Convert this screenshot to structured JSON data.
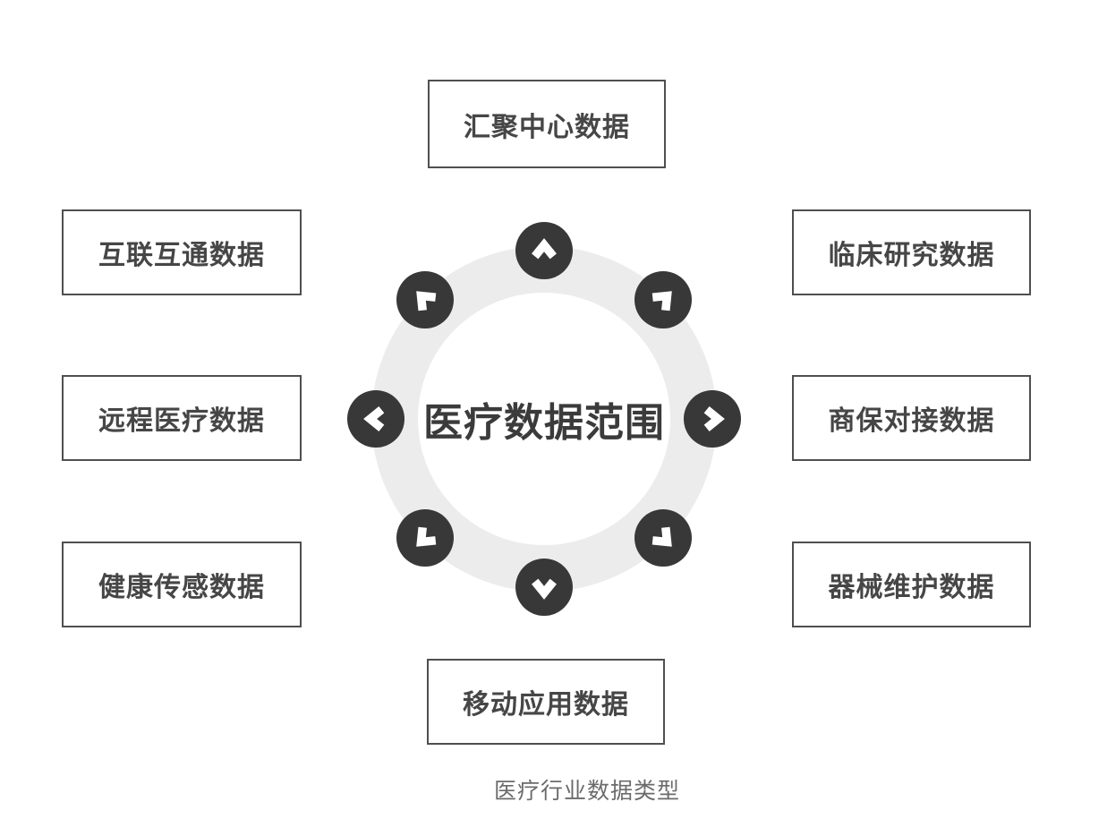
{
  "colors": {
    "background": "#ffffff",
    "ring": "#ececec",
    "badge": "#383838",
    "chevron": "#ffffff",
    "box_border": "#4f4f4f",
    "box_text": "#464646",
    "title_text": "#3b3b3b",
    "caption_text": "#6b6b6b"
  },
  "center": {
    "title": "医疗数据范围"
  },
  "boxes": {
    "top": {
      "label": "汇聚中心数据"
    },
    "top_left": {
      "label": "互联互通数据"
    },
    "mid_left": {
      "label": "远程医疗数据"
    },
    "bottom_left": {
      "label": "健康传感数据"
    },
    "bottom": {
      "label": "移动应用数据"
    },
    "top_right": {
      "label": "临床研究数据"
    },
    "mid_right": {
      "label": "商保对接数据"
    },
    "bottom_right": {
      "label": "器械维护数据"
    }
  },
  "arrows": [
    {
      "direction": "up",
      "icon": "chevron-up-icon"
    },
    {
      "direction": "up-right",
      "icon": "chevron-up-right-icon"
    },
    {
      "direction": "right",
      "icon": "chevron-right-icon"
    },
    {
      "direction": "down-right",
      "icon": "chevron-down-right-icon"
    },
    {
      "direction": "down",
      "icon": "chevron-down-icon"
    },
    {
      "direction": "down-left",
      "icon": "chevron-down-left-icon"
    },
    {
      "direction": "left",
      "icon": "chevron-left-icon"
    },
    {
      "direction": "up-left",
      "icon": "chevron-up-left-icon"
    }
  ],
  "caption": "医疗行业数据类型"
}
